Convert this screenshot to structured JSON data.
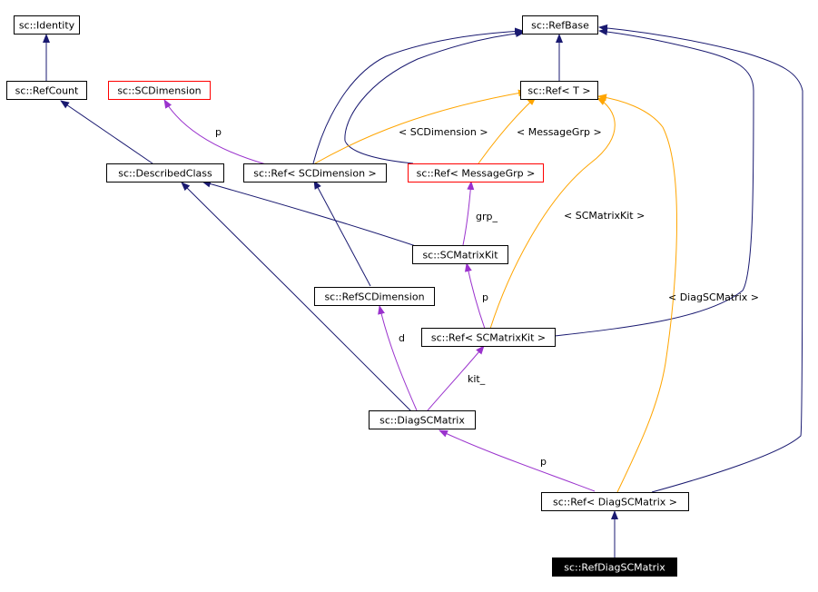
{
  "nodes": {
    "identity": "sc::Identity",
    "refbase": "sc::RefBase",
    "refcount": "sc::RefCount",
    "scdimension": "sc::SCDimension",
    "ref_t": "sc::Ref< T >",
    "describedclass": "sc::DescribedClass",
    "ref_scdimension": "sc::Ref< SCDimension >",
    "ref_messagegrp": "sc::Ref< MessageGrp >",
    "scmatrixkit": "sc::SCMatrixKit",
    "refscdimension": "sc::RefSCDimension",
    "ref_scmatrixkit": "sc::Ref< SCMatrixKit >",
    "diagscmatrix": "sc::DiagSCMatrix",
    "ref_diagscmatrix": "sc::Ref< DiagSCMatrix >",
    "refdiagscmatrix": "sc::RefDiagSCMatrix"
  },
  "edge_labels": {
    "p_scdim": "p",
    "tmpl_scdimension": "< SCDimension >",
    "tmpl_messagegrp": "< MessageGrp >",
    "grp": "grp_",
    "tmpl_scmatrixkit": "< SCMatrixKit >",
    "p_kit": "p",
    "tmpl_diagscmatrix": "< DiagSCMatrix >",
    "d": "d",
    "kit": "kit_",
    "p_diag": "p"
  },
  "colors": {
    "inheritance": "#191970",
    "usage": "#9a32cd",
    "template": "#ffa500",
    "normal_border": "#000000",
    "undocumented_border": "#ff0000",
    "focus_fill": "#000000",
    "focus_text": "#ffffff"
  }
}
